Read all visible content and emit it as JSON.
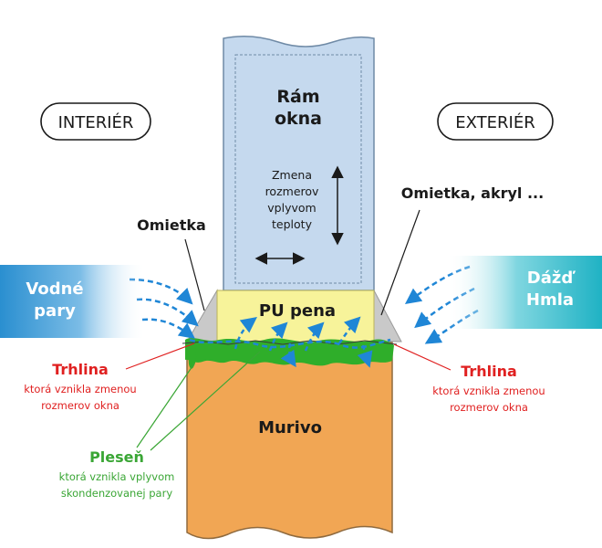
{
  "labels": {
    "interior": "INTERIÉR",
    "exterior": "EXTERIÉR",
    "frame_line1": "Rám",
    "frame_line2": "okna",
    "thermal_line1": "Zmena",
    "thermal_line2": "rozmerov",
    "thermal_line3": "vplyvom",
    "thermal_line4": "teploty",
    "plaster_left": "Omietka",
    "plaster_right": "Omietka, akryl ...",
    "vapor_line1": "Vodné",
    "vapor_line2": "pary",
    "rain_line1": "Dážď",
    "rain_line2": "Hmla",
    "foam": "PU pena",
    "crack_left_title": "Trhlina",
    "crack_left_line1": "ktorá vznikla zmenou",
    "crack_left_line2": "rozmerov okna",
    "crack_right_title": "Trhlina",
    "crack_right_line1": "ktorá vznikla zmenou",
    "crack_right_line2": "rozmerov okna",
    "wall": "Murivo",
    "mold_title": "Pleseň",
    "mold_line1": "ktorá vznikla vplyvom",
    "mold_line2": "skondenzovanej pary"
  },
  "colors": {
    "frame_fill": "#c5d9ee",
    "frame_stroke": "#6f8aa6",
    "foam_fill": "#f7f39a",
    "wall_fill": "#f1a654",
    "wall_stroke": "#8f6a3e",
    "plaster": "#c9c9c9",
    "mold": "#2fae2a",
    "crack_red": "#e02020",
    "arrow_blue": "#1f86d6",
    "vapor_dark": "#2a8fd0",
    "rain_dark": "#1fb2c4",
    "mold_label": "#3aa635",
    "text_dark": "#1a1a1a"
  }
}
